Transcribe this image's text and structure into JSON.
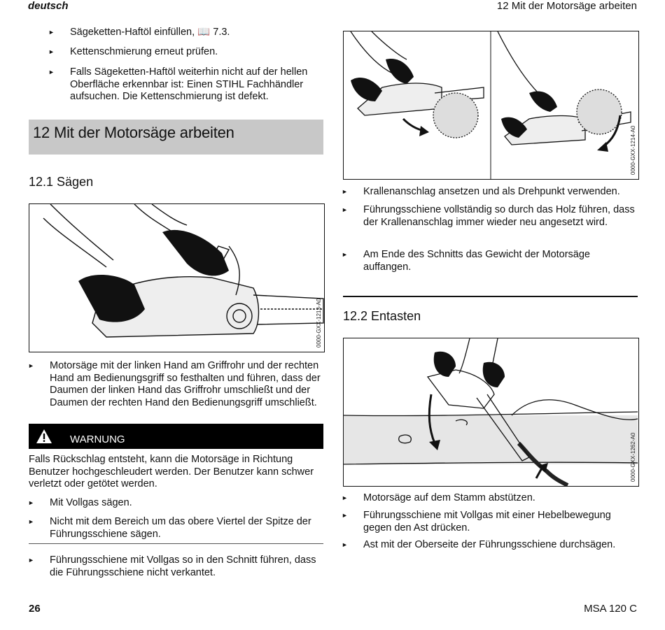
{
  "header": {
    "left": "deutsch",
    "right": "12 Mit der Motorsäge arbeiten"
  },
  "left_col": {
    "top_bullets": [
      {
        "text": "Sägeketten-Haftöl einfüllen, 📖 7.3."
      },
      {
        "text": "Kettenschmierung erneut prüfen."
      },
      {
        "text": "Falls Sägeketten-Haftöl weiterhin nicht auf der hellen Oberfläche erkennbar ist: Einen STIHL Fachhändler aufsuchen. Die Kettenschmierung ist defekt."
      }
    ],
    "section_title": "12 Mit der Motorsäge arbeiten",
    "subsection_title": "12.1 Sägen",
    "figure1_code": "0000-GXX-1213-A0",
    "bullet_grip": "Motorsäge mit der linken Hand am Griffrohr und der rechten Hand am Bedienungsgriff so festhalten und führen, dass der Daumen der linken Hand das Griffrohr umschließt und der Daumen der rechten Hand den Bedienungsgriff umschließt.",
    "warning_label": "WARNUNG",
    "warning_text": "Falls Rückschlag entsteht, kann die Motorsäge in Richtung Benutzer hochgeschleudert werden. Der Benutzer kann schwer verletzt oder getötet werden.",
    "warning_bullets": [
      {
        "text": "Mit Vollgas sägen."
      },
      {
        "text": "Nicht mit dem Bereich um das obere Viertel der Spitze der Führungsschiene sägen."
      }
    ],
    "last_bullet": "Führungsschiene mit Vollgas so in den Schnitt führen, dass die Führungsschiene nicht verkantet."
  },
  "right_col": {
    "figure2_code": "0000-GXX-1214-A0",
    "bullets": [
      {
        "text": "Krallenanschlag ansetzen und als Drehpunkt verwenden."
      },
      {
        "text": "Führungsschiene vollständig so durch das Holz führen, dass der Krallenanschlag immer wieder neu angesetzt wird."
      },
      {
        "text": "Am Ende des Schnitts das Gewicht der Motorsäge auffangen."
      }
    ],
    "subsection_title": "12.2 Entasten",
    "figure3_code": "0000-GXX-1262-A0",
    "bullets2": [
      {
        "text": "Motorsäge auf dem Stamm abstützen."
      },
      {
        "text": "Führungsschiene mit Vollgas mit einer Hebelbewegung gegen den Ast drücken."
      },
      {
        "text": "Ast mit der Oberseite der Führungsschiene durchsägen."
      }
    ]
  },
  "footer": {
    "left": "26",
    "right": "MSA 120 C"
  }
}
